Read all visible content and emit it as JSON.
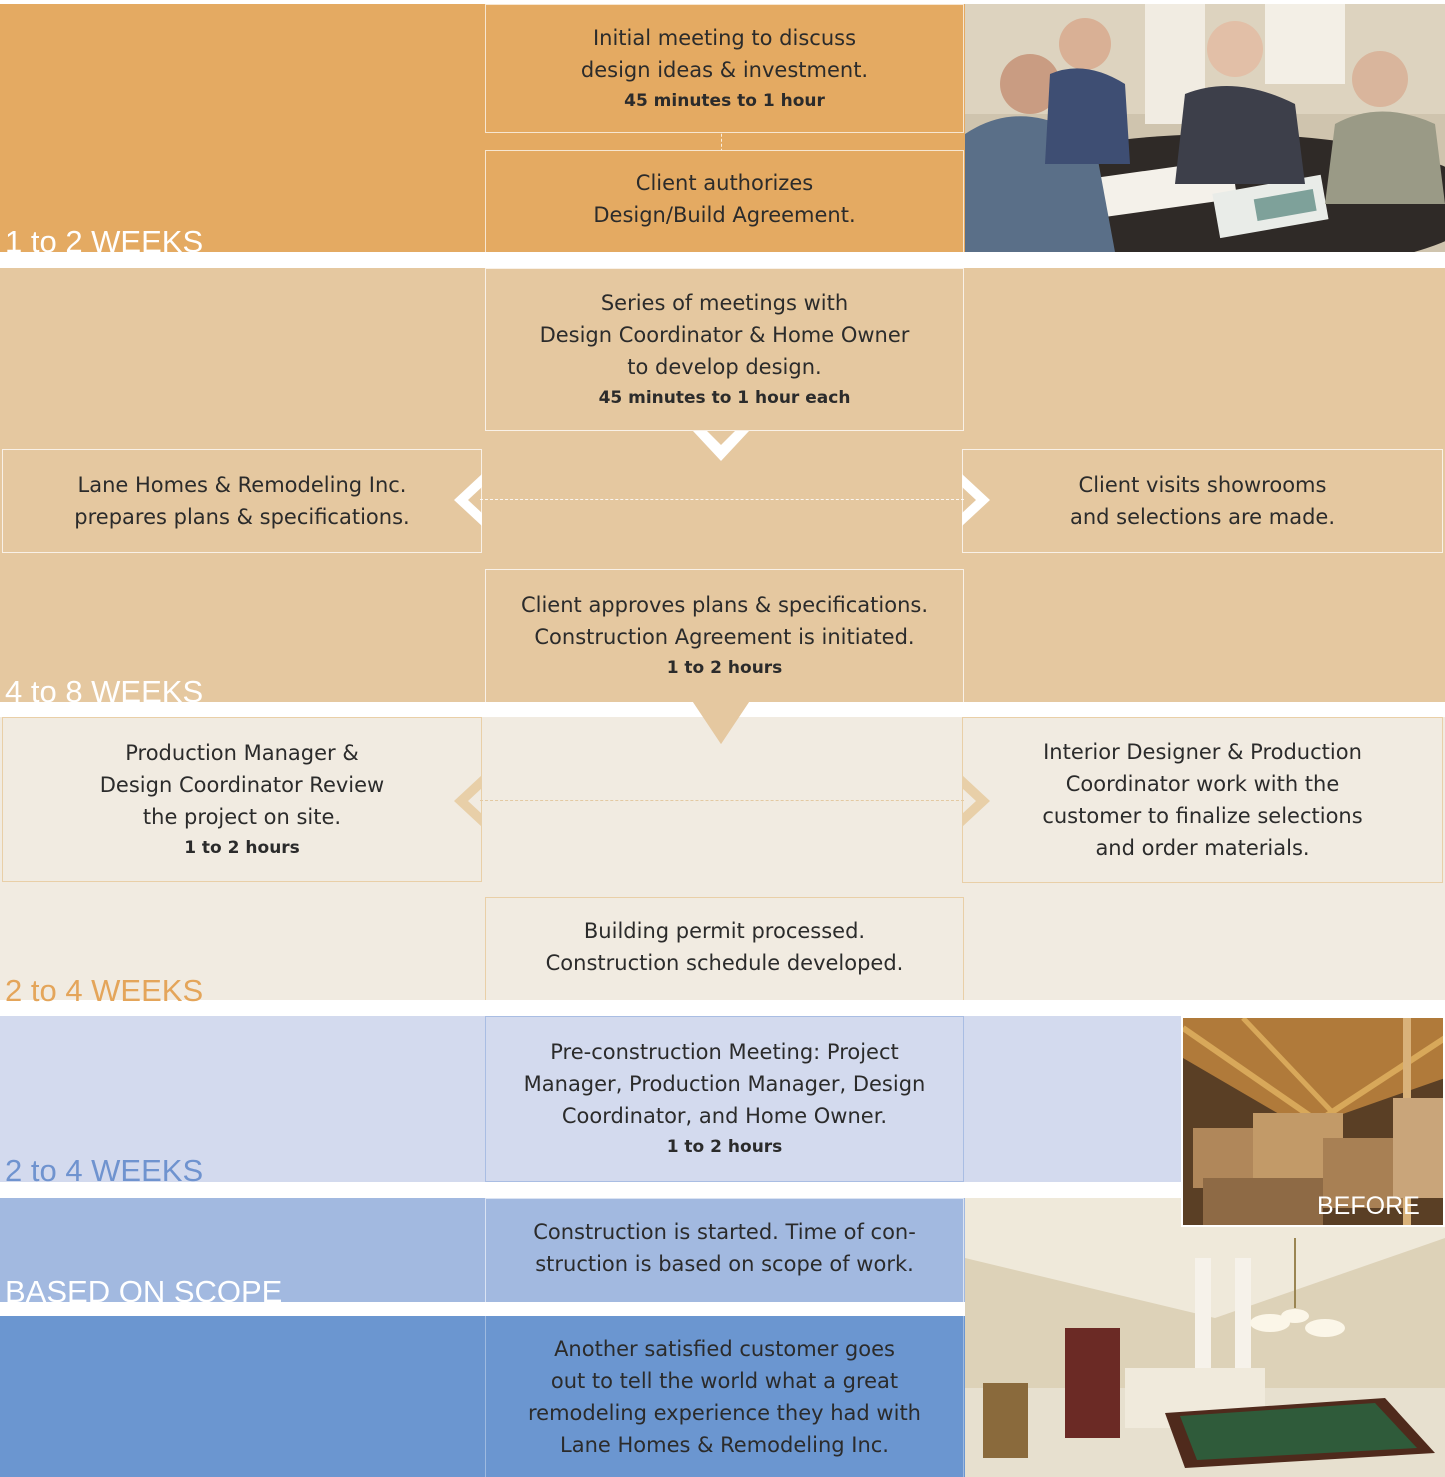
{
  "colors": {
    "stage1": "#e4aa62",
    "stage2": "#e5c8a0",
    "stage3": "#f1ebe1",
    "stage4": "#d3daee",
    "stage5": "#a2b9e0",
    "stage6": "#6b96d0",
    "label_light": "#ffffff",
    "label_orange": "#e4a55a",
    "label_blue": "#6f93cf"
  },
  "stages": [
    {
      "duration": "1 to 2 WEEKS",
      "steps": [
        {
          "lines": [
            "Initial meeting to discuss",
            "design ideas & investment."
          ],
          "time": "45 minutes to 1 hour"
        },
        {
          "lines": [
            "Client authorizes",
            "Design/Build Agreement."
          ]
        }
      ]
    },
    {
      "duration": "4 to 8 WEEKS",
      "steps": [
        {
          "lines": [
            "Series of meetings with",
            "Design Coordinator & Home Owner",
            "to develop design."
          ],
          "time": "45 minutes to 1 hour each"
        },
        {
          "lines": [
            "Lane Homes & Remodeling Inc.",
            "prepares plans & specifications."
          ]
        },
        {
          "lines": [
            "Client visits showrooms",
            "and selections are made."
          ]
        },
        {
          "lines": [
            "Client approves plans & specifications.",
            "Construction Agreement is initiated."
          ],
          "time": "1 to 2 hours"
        }
      ]
    },
    {
      "duration": "2 to 4 WEEKS",
      "steps": [
        {
          "lines": [
            "Production Manager &",
            "Design Coordinator Review",
            "the project on site."
          ],
          "time": "1 to 2 hours"
        },
        {
          "lines": [
            "Interior Designer & Production",
            "Coordinator work with the",
            "customer to finalize selections",
            "and order materials."
          ]
        },
        {
          "lines": [
            "Building permit processed.",
            "Construction schedule developed."
          ]
        }
      ]
    },
    {
      "duration": "2 to 4 WEEKS",
      "steps": [
        {
          "lines": [
            "Pre-construction Meeting: Project",
            "Manager, Production Manager, Design",
            "Coordinator, and Home Owner."
          ],
          "time": "1 to 2 hours"
        }
      ]
    },
    {
      "duration": "BASED ON SCOPE",
      "steps": [
        {
          "lines": [
            "Construction is started. Time of con-",
            "struction is based on scope of work."
          ]
        }
      ]
    },
    {
      "duration": "",
      "steps": [
        {
          "lines": [
            "Another satisfied customer goes",
            "out to tell the world what a great",
            "remodeling experience they had with",
            "Lane Homes & Remodeling Inc."
          ]
        }
      ]
    }
  ],
  "photos": {
    "meeting": "",
    "before": "BEFORE",
    "after": ""
  }
}
